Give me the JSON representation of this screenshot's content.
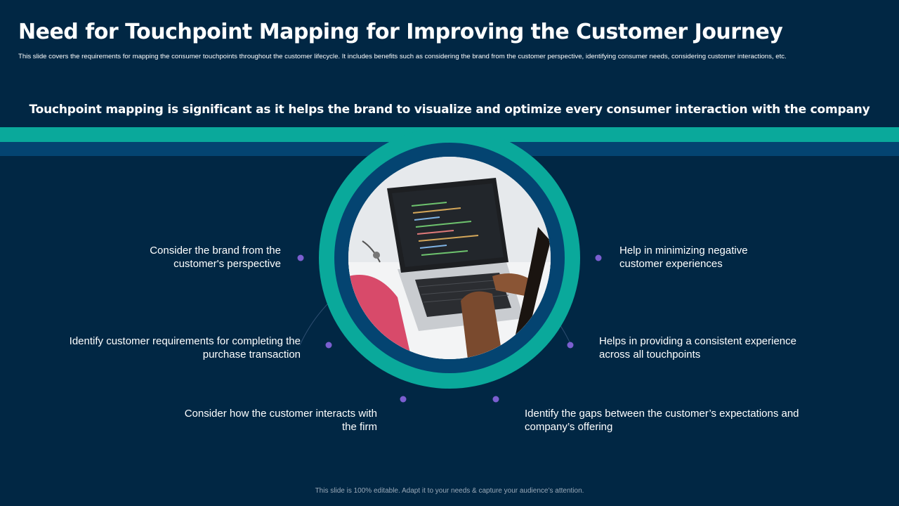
{
  "slide": {
    "title": "Need for Touchpoint Mapping for Improving the Customer Journey",
    "subtitle": "This slide covers the requirements for mapping the consumer touchpoints throughout the customer lifecycle. It includes benefits such as considering the brand from the customer perspective, identifying consumer needs, considering customer interactions, etc.",
    "tagline": "Touchpoint mapping is significant as it helps the brand to visualize and optimize every consumer interaction with the company",
    "points_left": [
      "Consider the brand from the customer's perspective",
      "Identify customer requirements for completing the purchase transaction",
      "Consider how the customer interacts with the firm"
    ],
    "points_right": [
      "Help in minimizing  negative customer experiences",
      "Helps in providing a consistent experience across all touchpoints",
      "Identify the gaps between the customer’s expectations and company’s offering"
    ],
    "footer": "This slide is 100% editable. Adapt it to your needs & capture your audience’s attention."
  },
  "colors": {
    "background": "#012744",
    "teal": "#0aa99b",
    "blue": "#044471",
    "dot": "#7b5fd0"
  },
  "image": {
    "description_icon": "laptop-photo"
  }
}
